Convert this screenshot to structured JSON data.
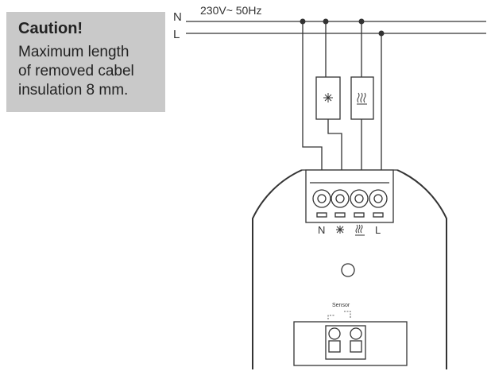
{
  "caution": {
    "title": "Caution!",
    "lines": [
      "Maximum length",
      "of removed cabel",
      "insulation 8 mm."
    ]
  },
  "supply": {
    "n_label": "N",
    "l_label": "L",
    "voltage": "230V~ 50Hz"
  },
  "terminals": {
    "n": "N",
    "l": "L",
    "cool_icon": "snowflake-icon",
    "heat_icon": "heating-icon"
  },
  "sensor_label": "Sensor"
}
